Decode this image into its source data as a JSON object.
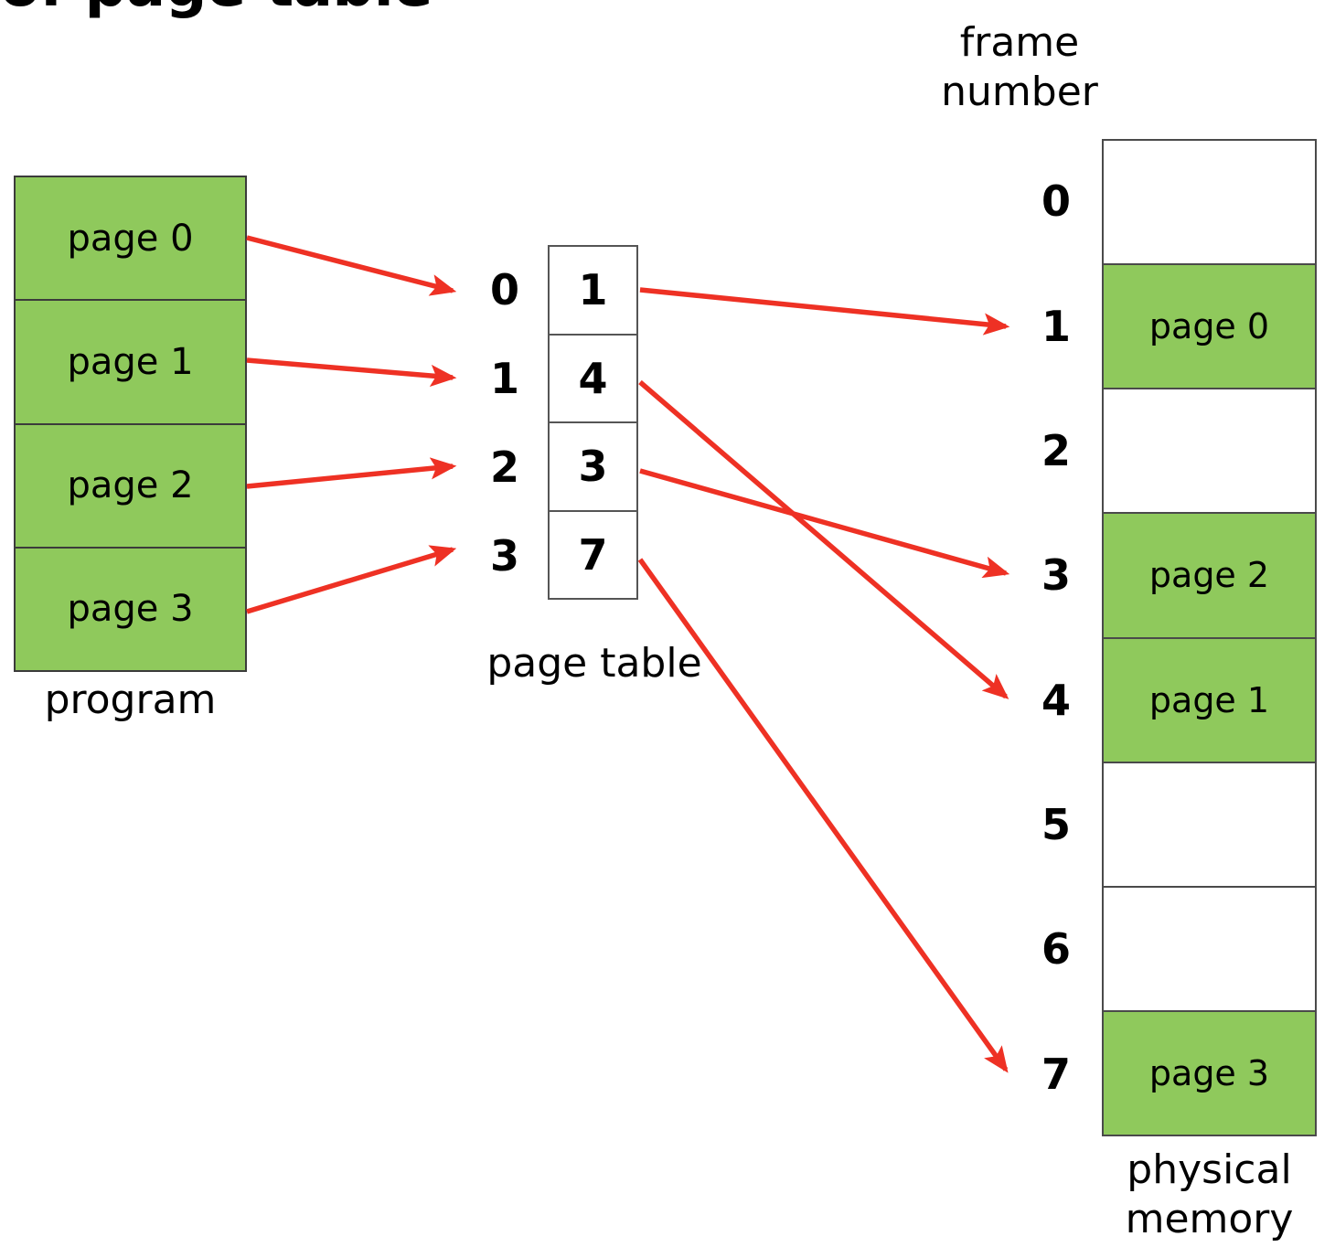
{
  "title": "of page table",
  "program": {
    "label": "program",
    "cells": [
      {
        "text": "page 0"
      },
      {
        "text": "page  1"
      },
      {
        "text": "page 2"
      },
      {
        "text": "page 3"
      }
    ],
    "fill_color": "#8FC95C"
  },
  "page_table": {
    "label": "page table",
    "indices": [
      "0",
      "1",
      "2",
      "3"
    ],
    "entries": [
      "1",
      "4",
      "3",
      "7"
    ]
  },
  "physical_memory": {
    "heading_line1": "frame",
    "heading_line2": "number",
    "label_line1": "physical",
    "label_line2": "memory",
    "frame_numbers": [
      "0",
      "1",
      "2",
      "3",
      "4",
      "5",
      "6",
      "7"
    ],
    "frames": [
      {
        "number": "0",
        "content": "",
        "filled": false
      },
      {
        "number": "1",
        "content": "page 0",
        "filled": true
      },
      {
        "number": "2",
        "content": "",
        "filled": false
      },
      {
        "number": "3",
        "content": "page 2",
        "filled": true
      },
      {
        "number": "4",
        "content": "page  1",
        "filled": true
      },
      {
        "number": "5",
        "content": "",
        "filled": false
      },
      {
        "number": "6",
        "content": "",
        "filled": false
      },
      {
        "number": "7",
        "content": "page 3",
        "filled": true
      }
    ]
  },
  "arrows": {
    "color": "#EE3124",
    "program_to_table": [
      {
        "from": "page 0",
        "to": "page table index 0"
      },
      {
        "from": "page 1",
        "to": "page table index 1"
      },
      {
        "from": "page 2",
        "to": "page table index 2"
      },
      {
        "from": "page 3",
        "to": "page table index 3"
      }
    ],
    "table_to_frame": [
      {
        "from": "page table entry 1",
        "to": "frame 1"
      },
      {
        "from": "page table entry 4",
        "to": "frame 4"
      },
      {
        "from": "page table entry 3",
        "to": "frame 3"
      },
      {
        "from": "page table entry 7",
        "to": "frame 7"
      }
    ]
  },
  "colors": {
    "green": "#8FC95C",
    "red": "#EE3124",
    "border": "#3b3b3b",
    "text": "#000000"
  }
}
